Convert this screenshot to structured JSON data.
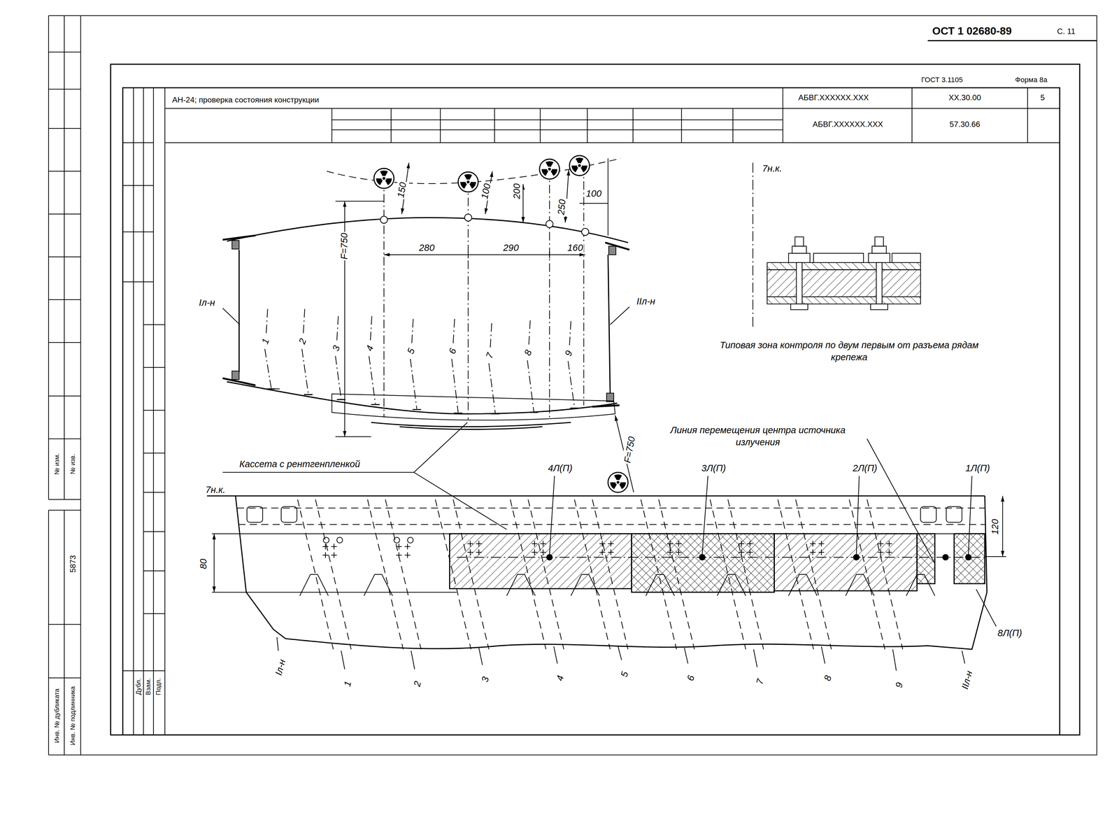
{
  "diagram": {
    "labels": [
      "ОСТ 1 02680-89",
      "С. 11",
      "ГОСТ 3.1105",
      "Форма 8а",
      "АН-24; проверка состояния конструкции",
      "АБВГ.XXXXXX.XXX",
      "XX.30.00",
      "5",
      "АБВГ.XXXXXX.XXX",
      "57.30.66",
      "№ изм.",
      "№ изв.",
      "5873",
      "Инв. № дубликата",
      "Инв. № подлинника",
      "Дубл.",
      "Взам.",
      "Подп.",
      "150",
      "100",
      "200",
      "250",
      "100",
      "280",
      "290",
      "160",
      "F=750",
      "Iл-н",
      "IIл-н",
      "1",
      "2",
      "3",
      "4",
      "5",
      "6",
      "7",
      "8",
      "9",
      "Кассета с рентгенпленкой",
      "F=750",
      "7н.к.",
      "Типовая зона контроля по двум первым от разъема рядам крепежа",
      "Линия перемещения центра источника излучения",
      "4Л(П)",
      "3Л(П)",
      "2Л(П)",
      "1Л(П)",
      "7н.к.",
      "80",
      "120",
      "8Л(П)",
      "Iл-н",
      "1",
      "2",
      "3",
      "4",
      "5",
      "6",
      "7",
      "8",
      "9",
      "IIл-н"
    ]
  }
}
